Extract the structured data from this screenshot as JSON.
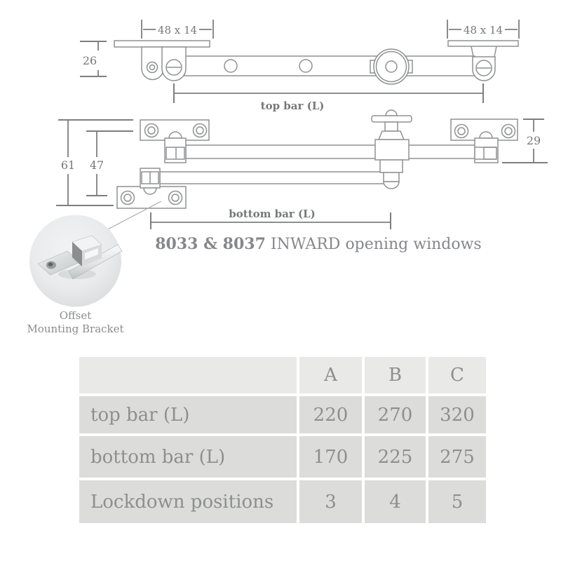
{
  "colors": {
    "line": "#8f9192",
    "dim": "#7c7e80",
    "dimtext": "#76787a",
    "title_text": "#85878a",
    "caption_text": "#8a8c8e",
    "table_header_bg": "#e9e9e8",
    "table_cell_bg": "#dcdcdb",
    "table_text": "#8d8f8f",
    "photo_bg": "#e9ebec"
  },
  "top_diagram": {
    "left_plate_dim": "48 x 14",
    "right_plate_dim": "48 x 14",
    "bracket_height_dim": "26",
    "bar_length_label": "top bar (L)"
  },
  "bottom_diagram": {
    "overall_height_dim": "61",
    "inner_height_dim": "47",
    "right_bracket_height_dim": "29",
    "bar_length_label": "bottom bar (L)"
  },
  "inset": {
    "caption_line1": "Offset",
    "caption_line2": "Mounting Bracket"
  },
  "title": {
    "models": "8033 & 8037",
    "description": " INWARD opening windows"
  },
  "table": {
    "columns": [
      "",
      "A",
      "B",
      "C"
    ],
    "rows": [
      {
        "label": "top bar (L)",
        "values": [
          "220",
          "270",
          "320"
        ]
      },
      {
        "label": "bottom bar (L)",
        "values": [
          "170",
          "225",
          "275"
        ]
      },
      {
        "label": "Lockdown positions",
        "values": [
          "3",
          "4",
          "5"
        ]
      }
    ]
  }
}
